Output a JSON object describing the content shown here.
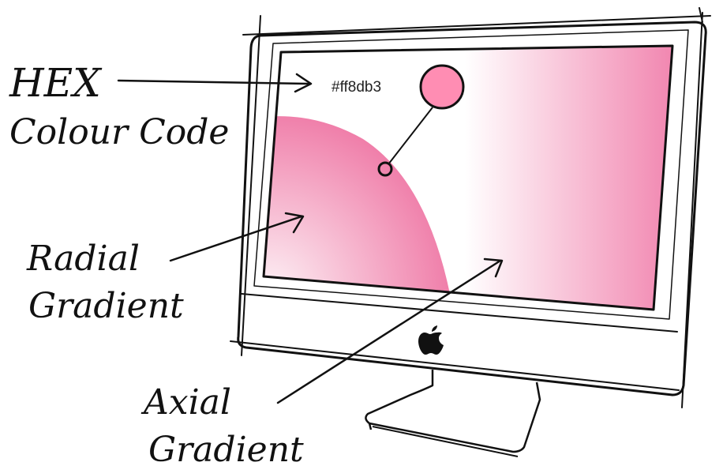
{
  "annotations": {
    "hex": {
      "line1": "HEX",
      "line2": "Colour Code"
    },
    "radial": {
      "line1": "Radial",
      "line2": "Gradient"
    },
    "axial": {
      "line1": "Axial",
      "line2": "Gradient"
    }
  },
  "screen": {
    "hex_value": "#ff8db3"
  },
  "colors": {
    "swatch": "#ff8db3",
    "gradient_pink": "#f07aa8",
    "gradient_light": "#fbe3ec",
    "ink": "#111111"
  },
  "icons": {
    "logo": "apple-logo-icon",
    "swatch": "color-swatch-icon"
  }
}
